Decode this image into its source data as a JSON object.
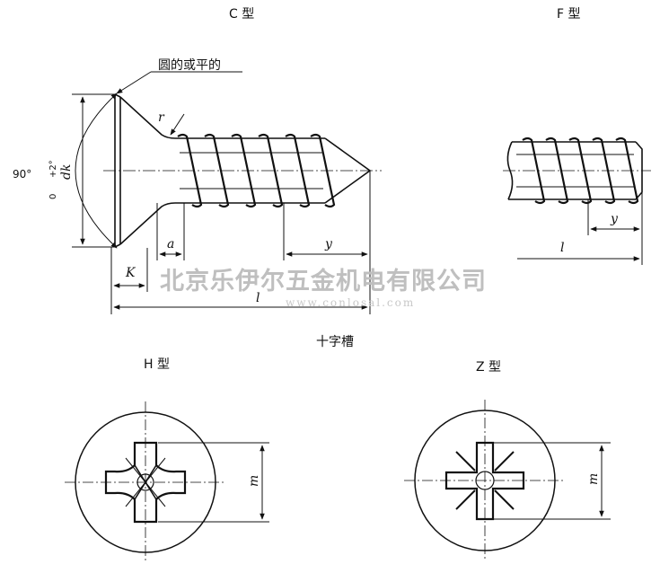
{
  "titles": {
    "c_type": "C 型",
    "f_type": "F 型",
    "h_type": "H 型",
    "z_type": "Z 型",
    "cross_recess": "十字槽"
  },
  "annotations": {
    "round_or_flat": "圆的或平的",
    "angle_value": "90°",
    "angle_tol_plus": "+2°",
    "angle_tol_minus": "0"
  },
  "dimensions": {
    "dk": "dk",
    "r": "r",
    "a": "a",
    "y_c": "y",
    "k": "K",
    "l_c": "l",
    "y_f": "y",
    "l_f": "l",
    "m_h": "m",
    "m_z": "m"
  },
  "watermark": {
    "company": "北京乐伊尔五金机电有限公司",
    "url": "www.conlosal.com"
  },
  "colors": {
    "ink": "#111111",
    "watermark": "#bfbfbf"
  }
}
